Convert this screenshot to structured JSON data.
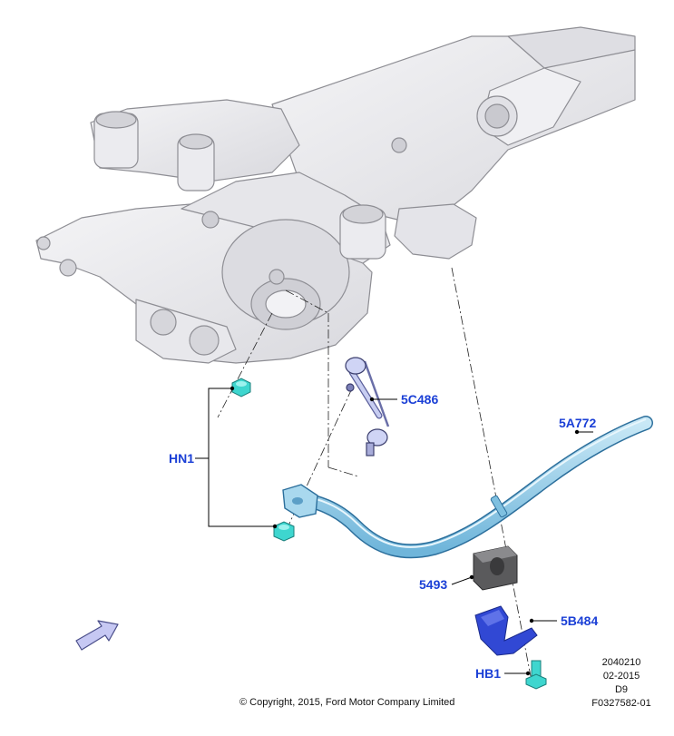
{
  "callouts": {
    "hn1": "HN1",
    "link": "5C486",
    "stabilizer_bar": "5A772",
    "bushing": "5493",
    "bracket": "5B484",
    "hb1": "HB1"
  },
  "footer": {
    "copyright": "© Copyright, 2015, Ford Motor Company Limited",
    "code1": "2040210",
    "date": "02-2015",
    "variant": "D9",
    "figure_id": "F0327582-01"
  },
  "colors": {
    "callout_text": "#1a3fd6",
    "leader_line": "#000000",
    "subframe_fill": "#e9e9ec",
    "subframe_stroke": "#8e8e94",
    "bar_fill": "#9fd2ea",
    "bar_stroke": "#2c6f9c",
    "link_fill": "#c7cdf1",
    "fastener_fill": "#3ed6cf",
    "bushing_fill": "#5a5a5c",
    "bracket_fill": "#3148d4",
    "arrow_fill": "#c6c8f3"
  },
  "icons": {
    "orientation": "front-arrow-icon"
  }
}
